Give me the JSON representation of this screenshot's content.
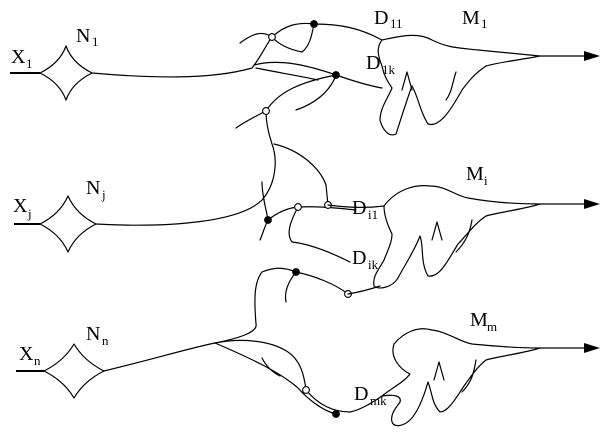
{
  "inputs": [
    {
      "base": "X",
      "sub": "1"
    },
    {
      "base": "X",
      "sub": "j"
    },
    {
      "base": "X",
      "sub": "n"
    }
  ],
  "neurons": [
    {
      "base": "N",
      "sub": "1"
    },
    {
      "base": "N",
      "sub": "j"
    },
    {
      "base": "N",
      "sub": "n"
    }
  ],
  "dendrites": [
    {
      "base": "D",
      "sub": "11"
    },
    {
      "base": "D",
      "sub": "1k"
    },
    {
      "base": "D",
      "sub": "i1"
    },
    {
      "base": "D",
      "sub": "ik"
    },
    {
      "base": "D",
      "sub": "mk"
    }
  ],
  "output_neurons": [
    {
      "base": "M",
      "sub": "1"
    },
    {
      "base": "M",
      "sub": "i"
    },
    {
      "base": "M",
      "sub": "m"
    }
  ],
  "colors": {
    "stroke": "#000000",
    "background": "#ffffff"
  }
}
